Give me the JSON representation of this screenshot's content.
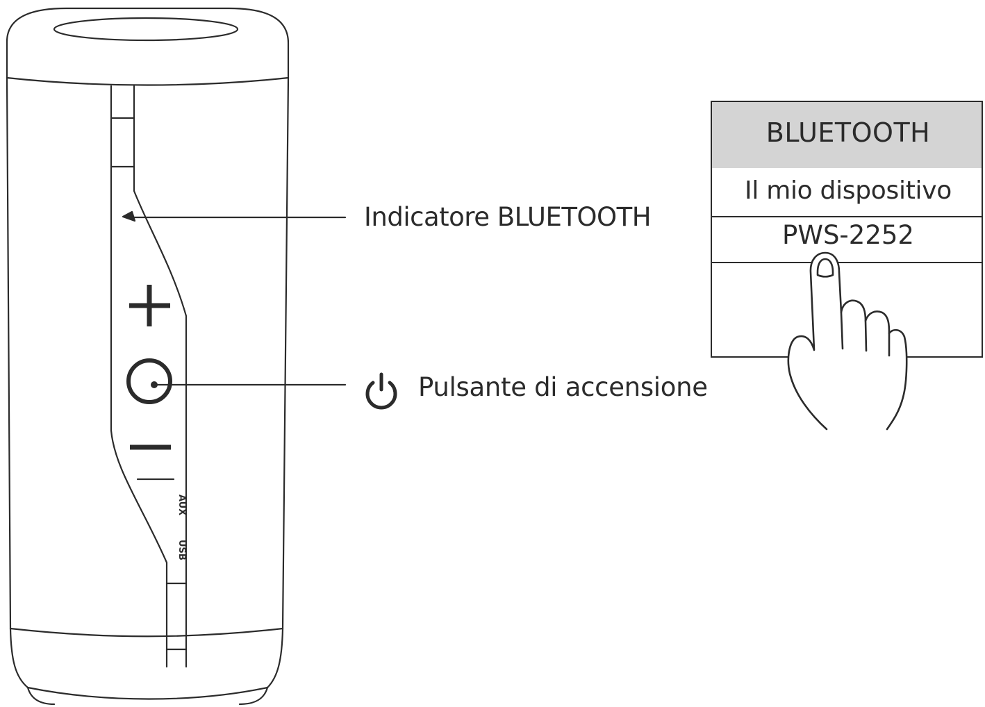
{
  "callouts": {
    "bluetooth_indicator": "Indicatore BLUETOOTH",
    "power_button": "Pulsante di accensione"
  },
  "ports": {
    "aux": "AUX",
    "usb": "USB"
  },
  "bluetooth_panel": {
    "header": "BLUETOOTH",
    "section_label": "Il mio dispositivo",
    "device_name": "PWS-2252"
  },
  "colors": {
    "line": "#2b2b2b",
    "panel_header_fill": "#d4d4d4"
  },
  "icons": [
    "power-icon",
    "plus-icon",
    "minus-icon",
    "power-ring-icon",
    "hand-pointer-icon"
  ]
}
